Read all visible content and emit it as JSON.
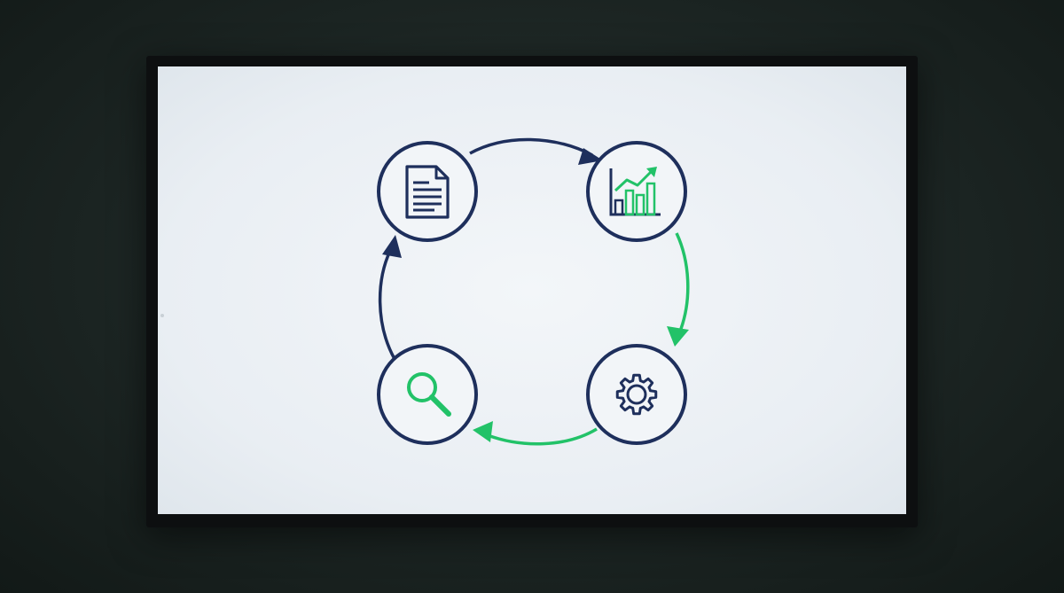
{
  "diagram": {
    "type": "cycle",
    "nodes": [
      {
        "id": "document",
        "icon": "document-icon"
      },
      {
        "id": "analytics",
        "icon": "bar-chart-growth-icon"
      },
      {
        "id": "settings",
        "icon": "gear-icon"
      },
      {
        "id": "search",
        "icon": "magnifier-icon"
      }
    ],
    "edges": [
      {
        "from": "document",
        "to": "analytics",
        "color": "#1e2f5c"
      },
      {
        "from": "analytics",
        "to": "settings",
        "color": "#22c268"
      },
      {
        "from": "settings",
        "to": "search",
        "color": "#22c268"
      },
      {
        "from": "search",
        "to": "document",
        "color": "#1e2f5c"
      }
    ],
    "colors": {
      "navy": "#1e2f5c",
      "green": "#22c268",
      "screen_background": "#eef2f6",
      "frame": "#0d0f10"
    }
  }
}
